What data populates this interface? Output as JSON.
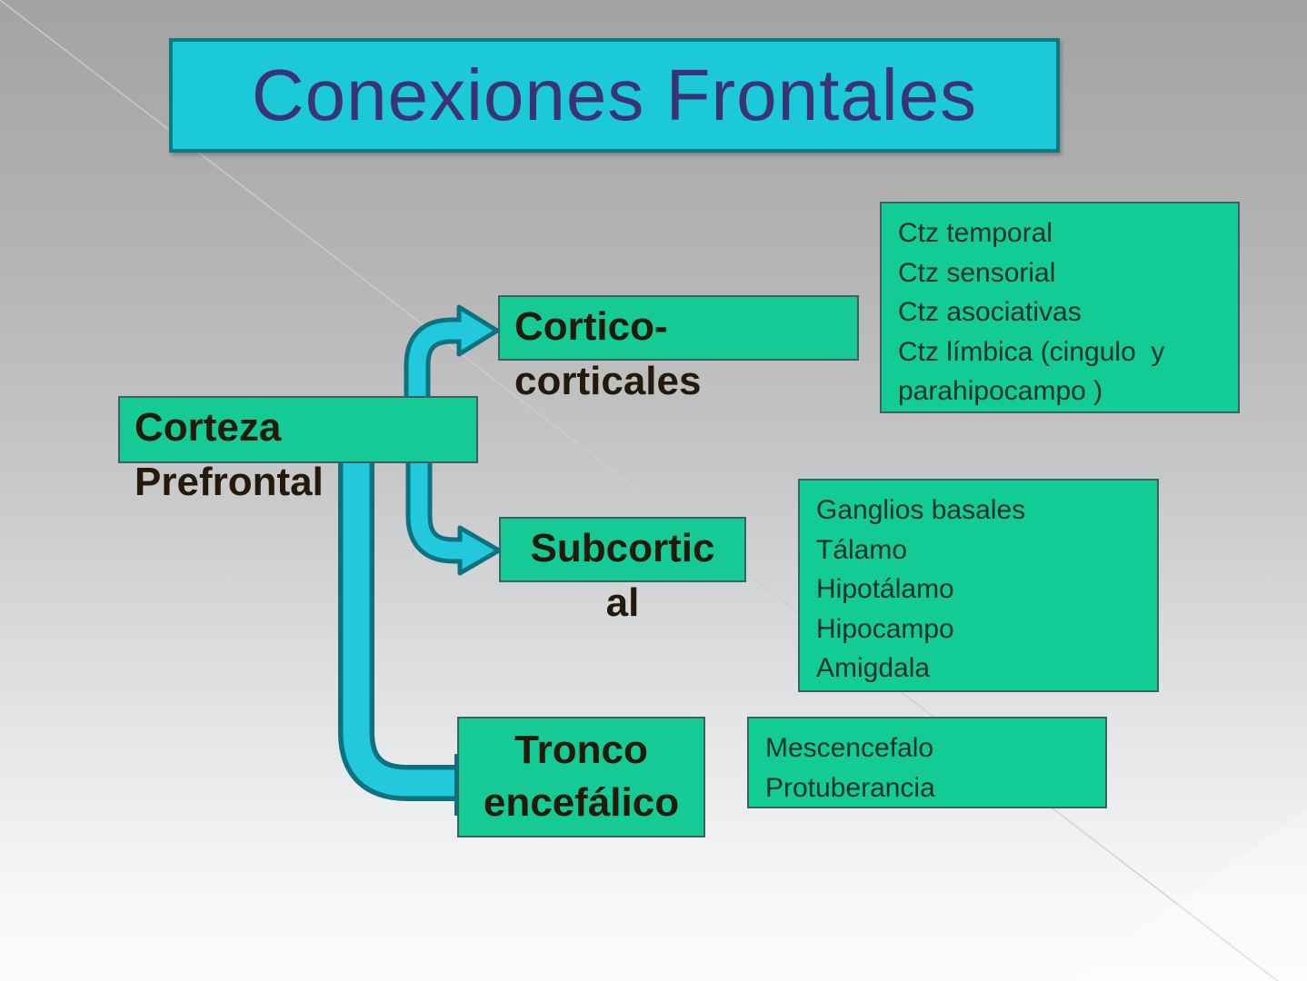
{
  "slide": {
    "title": "Conexiones Frontales"
  },
  "diagram": {
    "root": {
      "line1": "Corteza",
      "line2": "Prefrontal"
    },
    "branch_cortico": {
      "line1": "Cortico-",
      "line2": "corticales"
    },
    "branch_subcortical": {
      "line1": "Subcortic",
      "line2": "al"
    },
    "branch_tronco": {
      "line1": "Tronco",
      "line2": "encefálico"
    },
    "cortico_targets": [
      "Ctz temporal",
      "Ctz sensorial",
      "Ctz asociativas",
      "Ctz límbica (cingulo  y",
      "parahipocampo )"
    ],
    "subcortical_targets": [
      "Ganglios basales",
      "Tálamo",
      "Hipotálamo",
      "Hipocampo",
      "Amigdala"
    ],
    "tronco_targets": [
      "Mescencefalo",
      "Protuberancia"
    ]
  },
  "colors": {
    "title_fill": "#1cc9d9",
    "title_border": "#0c7a82",
    "title_text": "#3a3375",
    "node_fill": "#15ca94",
    "node_border": "#3d5f66",
    "node_text": "#241a0c",
    "list_text": "#17312a",
    "arrow_fill": "#22c9dc",
    "arrow_outline": "#0c7280",
    "background_top": "#a3a3a3",
    "background_bottom": "#fafbfc"
  }
}
